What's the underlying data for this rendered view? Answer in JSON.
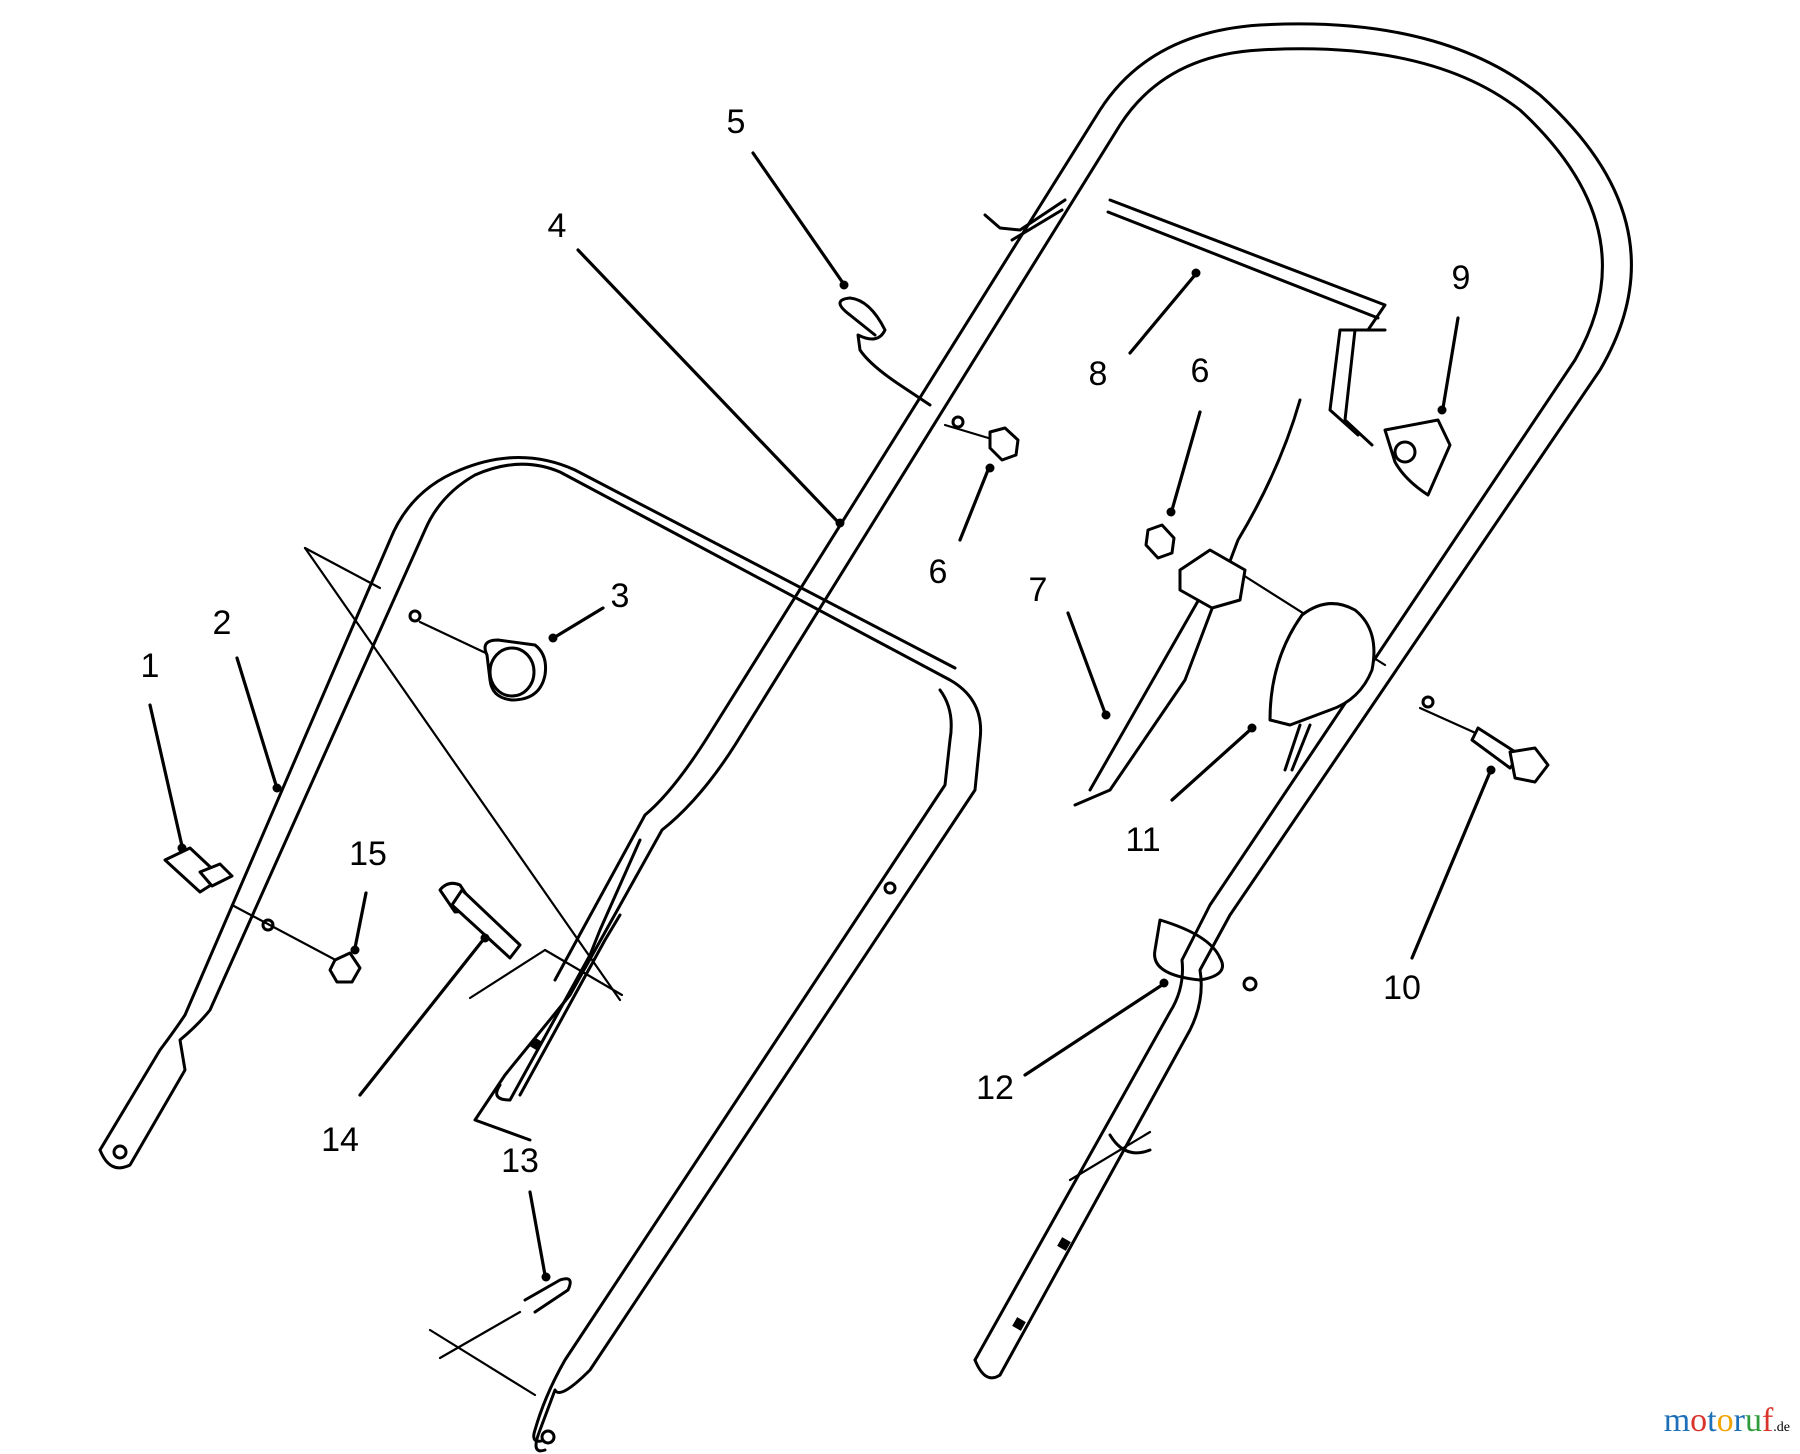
{
  "callouts": [
    "1",
    "2",
    "3",
    "4",
    "5",
    "6",
    "6",
    "7",
    "8",
    "9",
    "10",
    "11",
    "12",
    "13",
    "14",
    "15"
  ],
  "watermark": {
    "main": "motoruf",
    "suffix": ".de",
    "letter_colors": [
      "#1d6fb8",
      "#d9342b",
      "#1d6fb8",
      "#f2a400",
      "#1d6fb8",
      "#2e9b3c",
      "#d9342b"
    ]
  }
}
